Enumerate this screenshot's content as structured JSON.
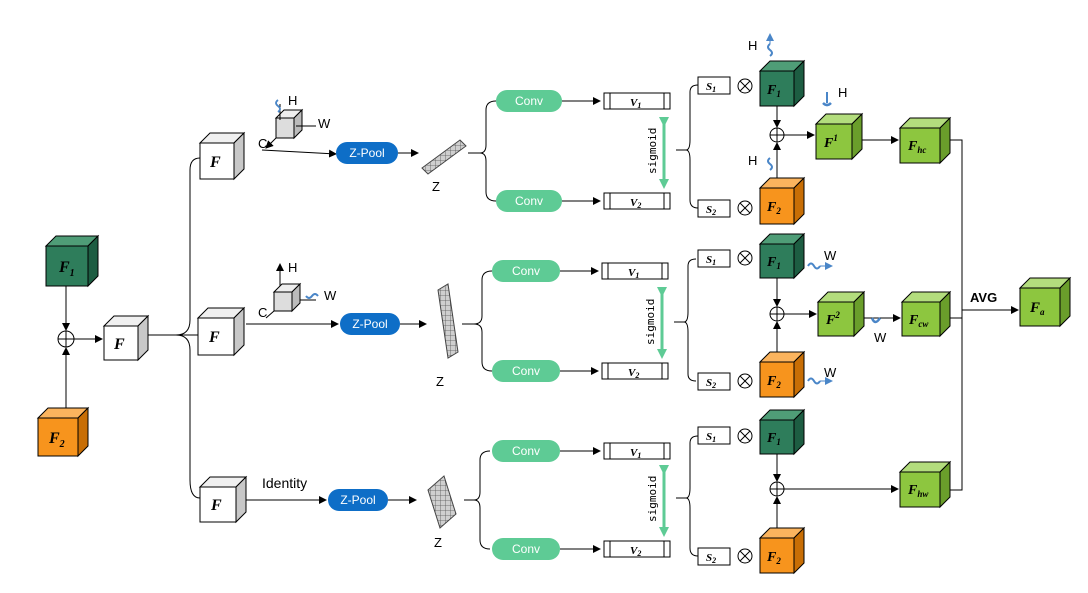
{
  "labels": {
    "f1": "F",
    "f1_sub": "1",
    "f2": "F",
    "f2_sub": "2",
    "f": "F",
    "conv": "Conv",
    "zpool": "Z-Pool",
    "z": "Z",
    "v1": "V",
    "v1_sub": "1",
    "v2": "V",
    "v2_sub": "2",
    "s1": "S",
    "s1_sub": "1",
    "s2": "S",
    "s2_sub": "2",
    "sigmoid": "sigmoid",
    "axis_h": "H",
    "axis_w": "W",
    "axis_c": "C",
    "identity": "Identity",
    "avg": "AVG",
    "f_sup1": "F",
    "f_sup1_sup": "1",
    "f_sup2": "F",
    "f_sup2_sup": "2",
    "fhc": "F",
    "fhc_sub": "hc",
    "fcw": "F",
    "fcw_sub": "cw",
    "fhw": "F",
    "fhw_sub": "hw",
    "fa": "F",
    "fa_sub": "a"
  },
  "colors": {
    "dark_green": "#2E7D5B",
    "orange": "#F7941D",
    "light_green": "#8DC63F",
    "conv_green": "#5ECB95",
    "zpool_blue": "#0E6EC7",
    "sigmoid_green": "#5ECB95",
    "rotate_blue": "#4A86C8"
  }
}
